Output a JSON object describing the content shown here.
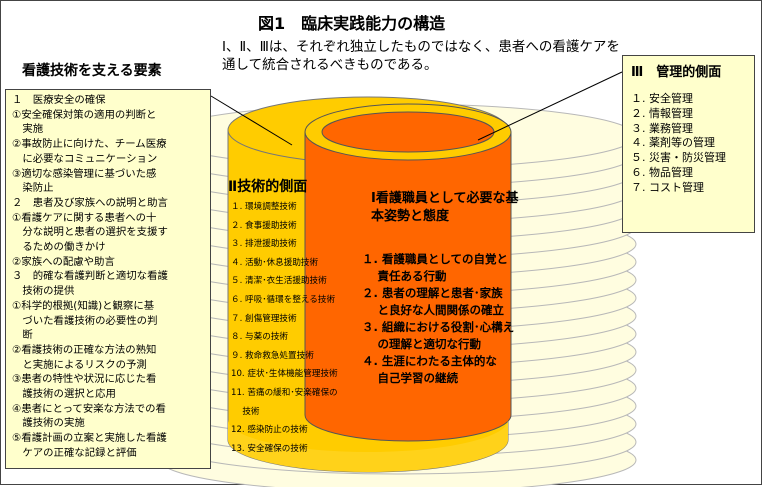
{
  "title": "図1　臨床実践能力の構造",
  "subtitle": "Ⅰ、Ⅱ、Ⅲは、それぞれ独立したものではなく、患者への看護ケアを通して統合されるべきものである。",
  "left_panel": {
    "heading": "看護技術を支える要素",
    "lines": [
      "１　医療安全の確保",
      "①安全確保対策の適用の判断と",
      "　実施",
      "②事故防止に向けた、チーム医療",
      "　に必要なコミュニケーション",
      "③適切な感染管理に基づいた感",
      "　染防止",
      "２　患者及び家族への説明と助言",
      "①看護ケアに関する患者への十",
      "　分な説明と患者の選択を支援す",
      "　るための働きかけ",
      "②家族への配慮や助言",
      "３　的確な看護判断と適切な看護",
      "　技術の提供",
      "①科学的根拠(知識)と観察に基",
      "　づいた看護技術の必要性の判",
      "　断",
      "②看護技術の正確な方法の熟知",
      "　と実施によるリスクの予測",
      "③患者の特性や状況に応じた看",
      "　護技術の選択と応用",
      "④患者にとって安楽な方法での看",
      "　護技術の実施",
      "⑤看護計画の立案と実施した看護",
      "　ケアの正確な記録と評価"
    ]
  },
  "management": {
    "heading": "Ⅲ　管理的側面",
    "items": [
      "１. 安全管理",
      "２. 情報管理",
      "３. 業務管理",
      "４. 薬剤等の管理",
      "５. 災害・防災管理",
      "６. 物品管理",
      "７. コスト管理"
    ]
  },
  "technical": {
    "heading": "Ⅱ技術的側面",
    "items": [
      "１. 環境調整技術",
      "２. 食事援助技術",
      "３. 排泄援助技術",
      "４. 活動･休息援助技術",
      "５. 清潔･衣生活援助技術",
      "６. 呼吸･循環を整える技術",
      "７. 創傷管理技術",
      "８. 与薬の技術",
      "９. 救命救急処置技術",
      "10. 症状･生体機能管理技術",
      "11. 苦痛の緩和･安楽確保の",
      "　 技術",
      "12. 感染防止の技術",
      "13. 安全確保の技術"
    ]
  },
  "basic_attitude": {
    "heading": "Ⅰ看護職員として必要な基本姿勢と態度",
    "items": [
      "１. 看護職員としての自覚と",
      "　 責任ある行動",
      "２. 患者の理解と患者･家族",
      "　 と良好な人間関係の確立",
      "３. 組織における役割･心構え",
      "　 の理解と適切な行動",
      "４. 生涯にわたる主体的な",
      "　 自己学習の継続"
    ]
  },
  "colors": {
    "left_box_fill": "#ffffcc",
    "right_box_fill": "#ffffcc",
    "outer_ring": "#fffde0",
    "middle_cylinder": "#ffcc00",
    "inner_cylinder": "#ff6600",
    "inner_top": "#ff6600"
  }
}
